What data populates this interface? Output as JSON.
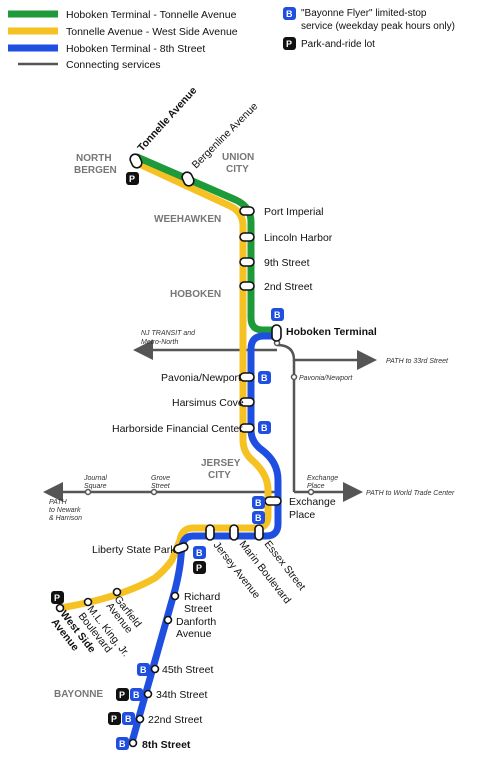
{
  "colors": {
    "green": "#1e9a3a",
    "yellow": "#f6c223",
    "blue": "#1f4fe0",
    "connect": "#555555",
    "badge_b": "#1f4fe0",
    "badge_p": "#111111"
  },
  "legend": {
    "line1": "Hoboken Terminal - Tonnelle Avenue",
    "line2": "Tonnelle Avenue - West Side Avenue",
    "line3": "Hoboken Terminal - 8th Street",
    "line4": "Connecting services",
    "b_badge": "B",
    "b_text1": "\"Bayonne Flyer\" limited-stop",
    "b_text2": "service (weekday peak hours only)",
    "p_badge": "P",
    "p_text": "Park-and-ride lot"
  },
  "areas": {
    "north_bergen_1": "NORTH",
    "north_bergen_2": "BERGEN",
    "union_city_1": "UNION",
    "union_city_2": "CITY",
    "weehawken": "WEEHAWKEN",
    "hoboken": "HOBOKEN",
    "jersey_city_1": "JERSEY",
    "jersey_city_2": "CITY",
    "bayonne": "BAYONNE"
  },
  "stations": {
    "tonnelle": "Tonnelle Avenue",
    "bergenline": "Bergenline Avenue",
    "port_imperial": "Port Imperial",
    "lincoln_harbor": "Lincoln Harbor",
    "ninth_street": "9th Street",
    "second_street": "2nd Street",
    "hoboken_terminal": "Hoboken Terminal",
    "pavonia": "Pavonia/Newport",
    "harsimus": "Harsimus Cove",
    "harborside": "Harborside Financial Center",
    "exchange_1": "Exchange",
    "exchange_2": "Place",
    "essex": "Essex Street",
    "marin": "Marin Boulevard",
    "jersey_ave": "Jersey Avenue",
    "liberty": "Liberty State Park",
    "garfield_1": "Garfield",
    "garfield_2": "Avenue",
    "mlk_1": "M.L. King, Jr.",
    "mlk_2": "Boulevard",
    "west_side_1": "West Side",
    "west_side_2": "Avenue",
    "richard_1": "Richard",
    "richard_2": "Street",
    "danforth_1": "Danforth",
    "danforth_2": "Avenue",
    "st45": "45th Street",
    "st34": "34th Street",
    "st22": "22nd Street",
    "st8": "8th Street"
  },
  "connections": {
    "njt_1": "NJ TRANSIT and",
    "njt_2": "Metro-North",
    "path33": "PATH to 33rd Street",
    "pavonia_path": "Pavonia/Newport",
    "journal_1": "Journal",
    "journal_2": "Square",
    "grove_1": "Grove",
    "grove_2": "Street",
    "exch_path_1": "Exchange",
    "exch_path_2": "Place",
    "wtc": "PATH to World Trade Center",
    "newark_1": "PATH",
    "newark_2": "to Newark",
    "newark_3": "& Harrison"
  }
}
